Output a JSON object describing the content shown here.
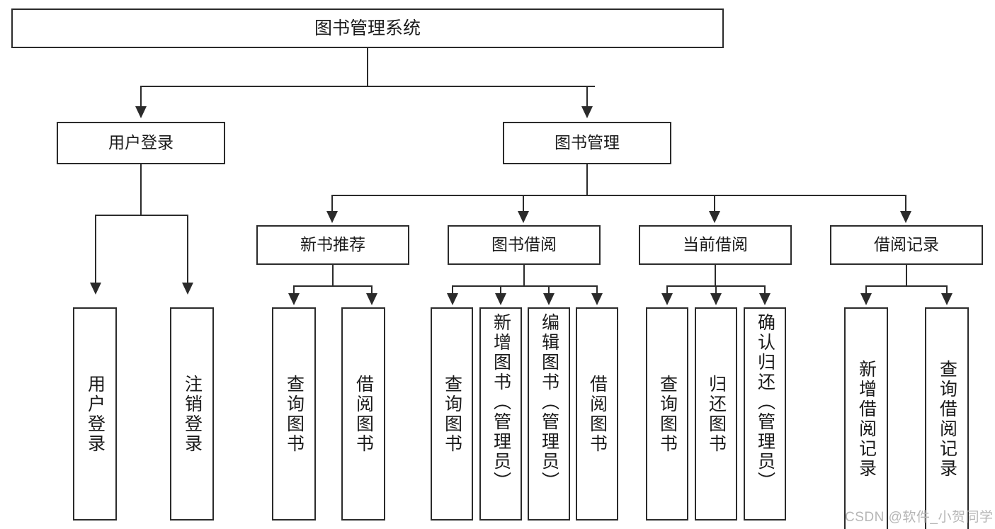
{
  "diagram": {
    "title": "图书管理系统",
    "watermark": "CSDN @软件_小贺同学",
    "colors": {
      "stroke": "#2b2b2b",
      "background": "#ffffff",
      "text": "#1a1a1a",
      "watermark": "#b6b6b6"
    },
    "root": {
      "label": "图书管理系统"
    },
    "level2": [
      {
        "label": "用户登录"
      },
      {
        "label": "图书管理"
      }
    ],
    "level3": [
      {
        "label": "新书推荐"
      },
      {
        "label": "图书借阅"
      },
      {
        "label": "当前借阅"
      },
      {
        "label": "借阅记录"
      }
    ],
    "leaves": {
      "user_login": [
        {
          "label": "用户登录"
        },
        {
          "label": "注销登录"
        }
      ],
      "new_book_recommend": [
        {
          "label": "查询图书"
        },
        {
          "label": "借阅图书"
        }
      ],
      "book_borrow": [
        {
          "label": "查询图书"
        },
        {
          "label": "新增图书（管理员）"
        },
        {
          "label": "编辑图书（管理员）"
        },
        {
          "label": "借阅图书"
        }
      ],
      "current_borrow": [
        {
          "label": "查询图书"
        },
        {
          "label": "归还图书"
        },
        {
          "label": "确认归还（管理员）"
        }
      ],
      "borrow_record": [
        {
          "label": "新增借阅记录"
        },
        {
          "label": "查询借阅记录"
        }
      ]
    }
  }
}
